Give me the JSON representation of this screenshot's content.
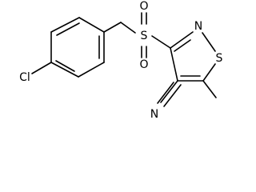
{
  "molecule": {
    "atoms": {
      "chlorine": "Cl",
      "sulfonyl_sulfur": "S",
      "sulfonyl_oxygen_top": "O",
      "sulfonyl_oxygen_bottom": "O",
      "ring_nitrogen": "N",
      "ring_sulfur": "S",
      "nitrile_nitrogen": "N"
    }
  }
}
